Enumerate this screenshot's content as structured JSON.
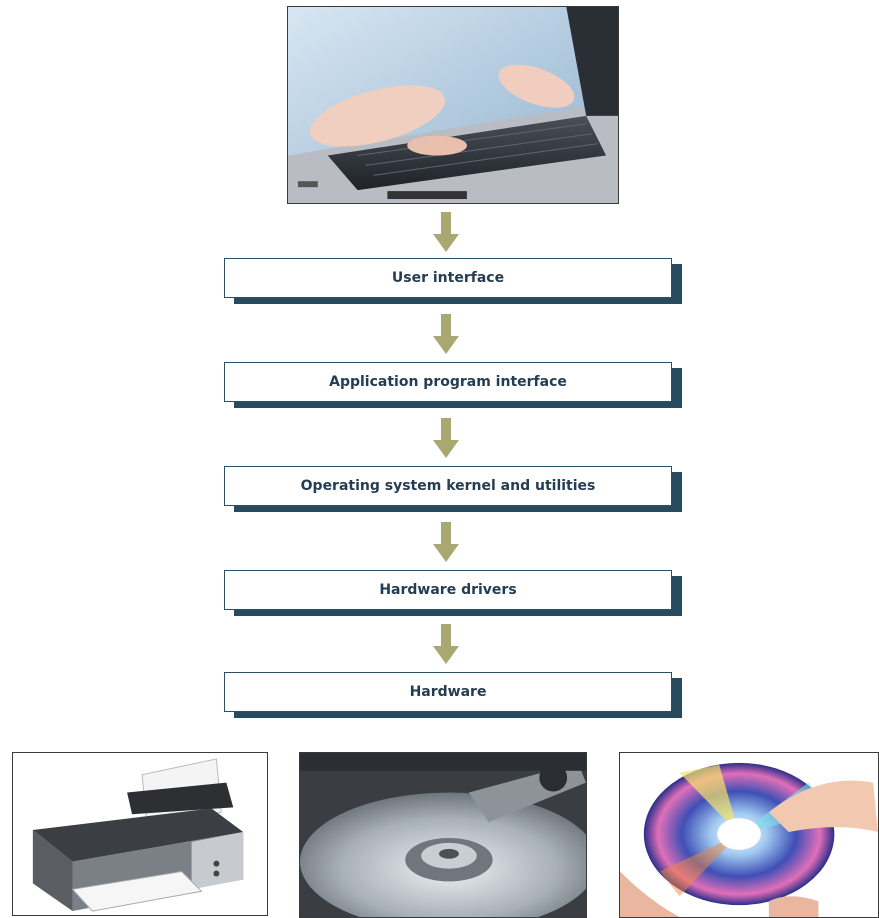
{
  "diagram": {
    "layers": [
      {
        "label": "User interface"
      },
      {
        "label": "Application program interface"
      },
      {
        "label": "Operating system kernel and utilities"
      },
      {
        "label": "Hardware drivers"
      },
      {
        "label": "Hardware"
      }
    ],
    "images": {
      "top": "laptop-typing-photo",
      "bottom": [
        "printer-photo",
        "hard-drive-photo",
        "optical-disc-photo"
      ]
    },
    "colors": {
      "box_border": "#2e4f63",
      "box_shadow": "#264a5e",
      "label_text": "#253d52",
      "arrow": "#a8a870"
    }
  }
}
